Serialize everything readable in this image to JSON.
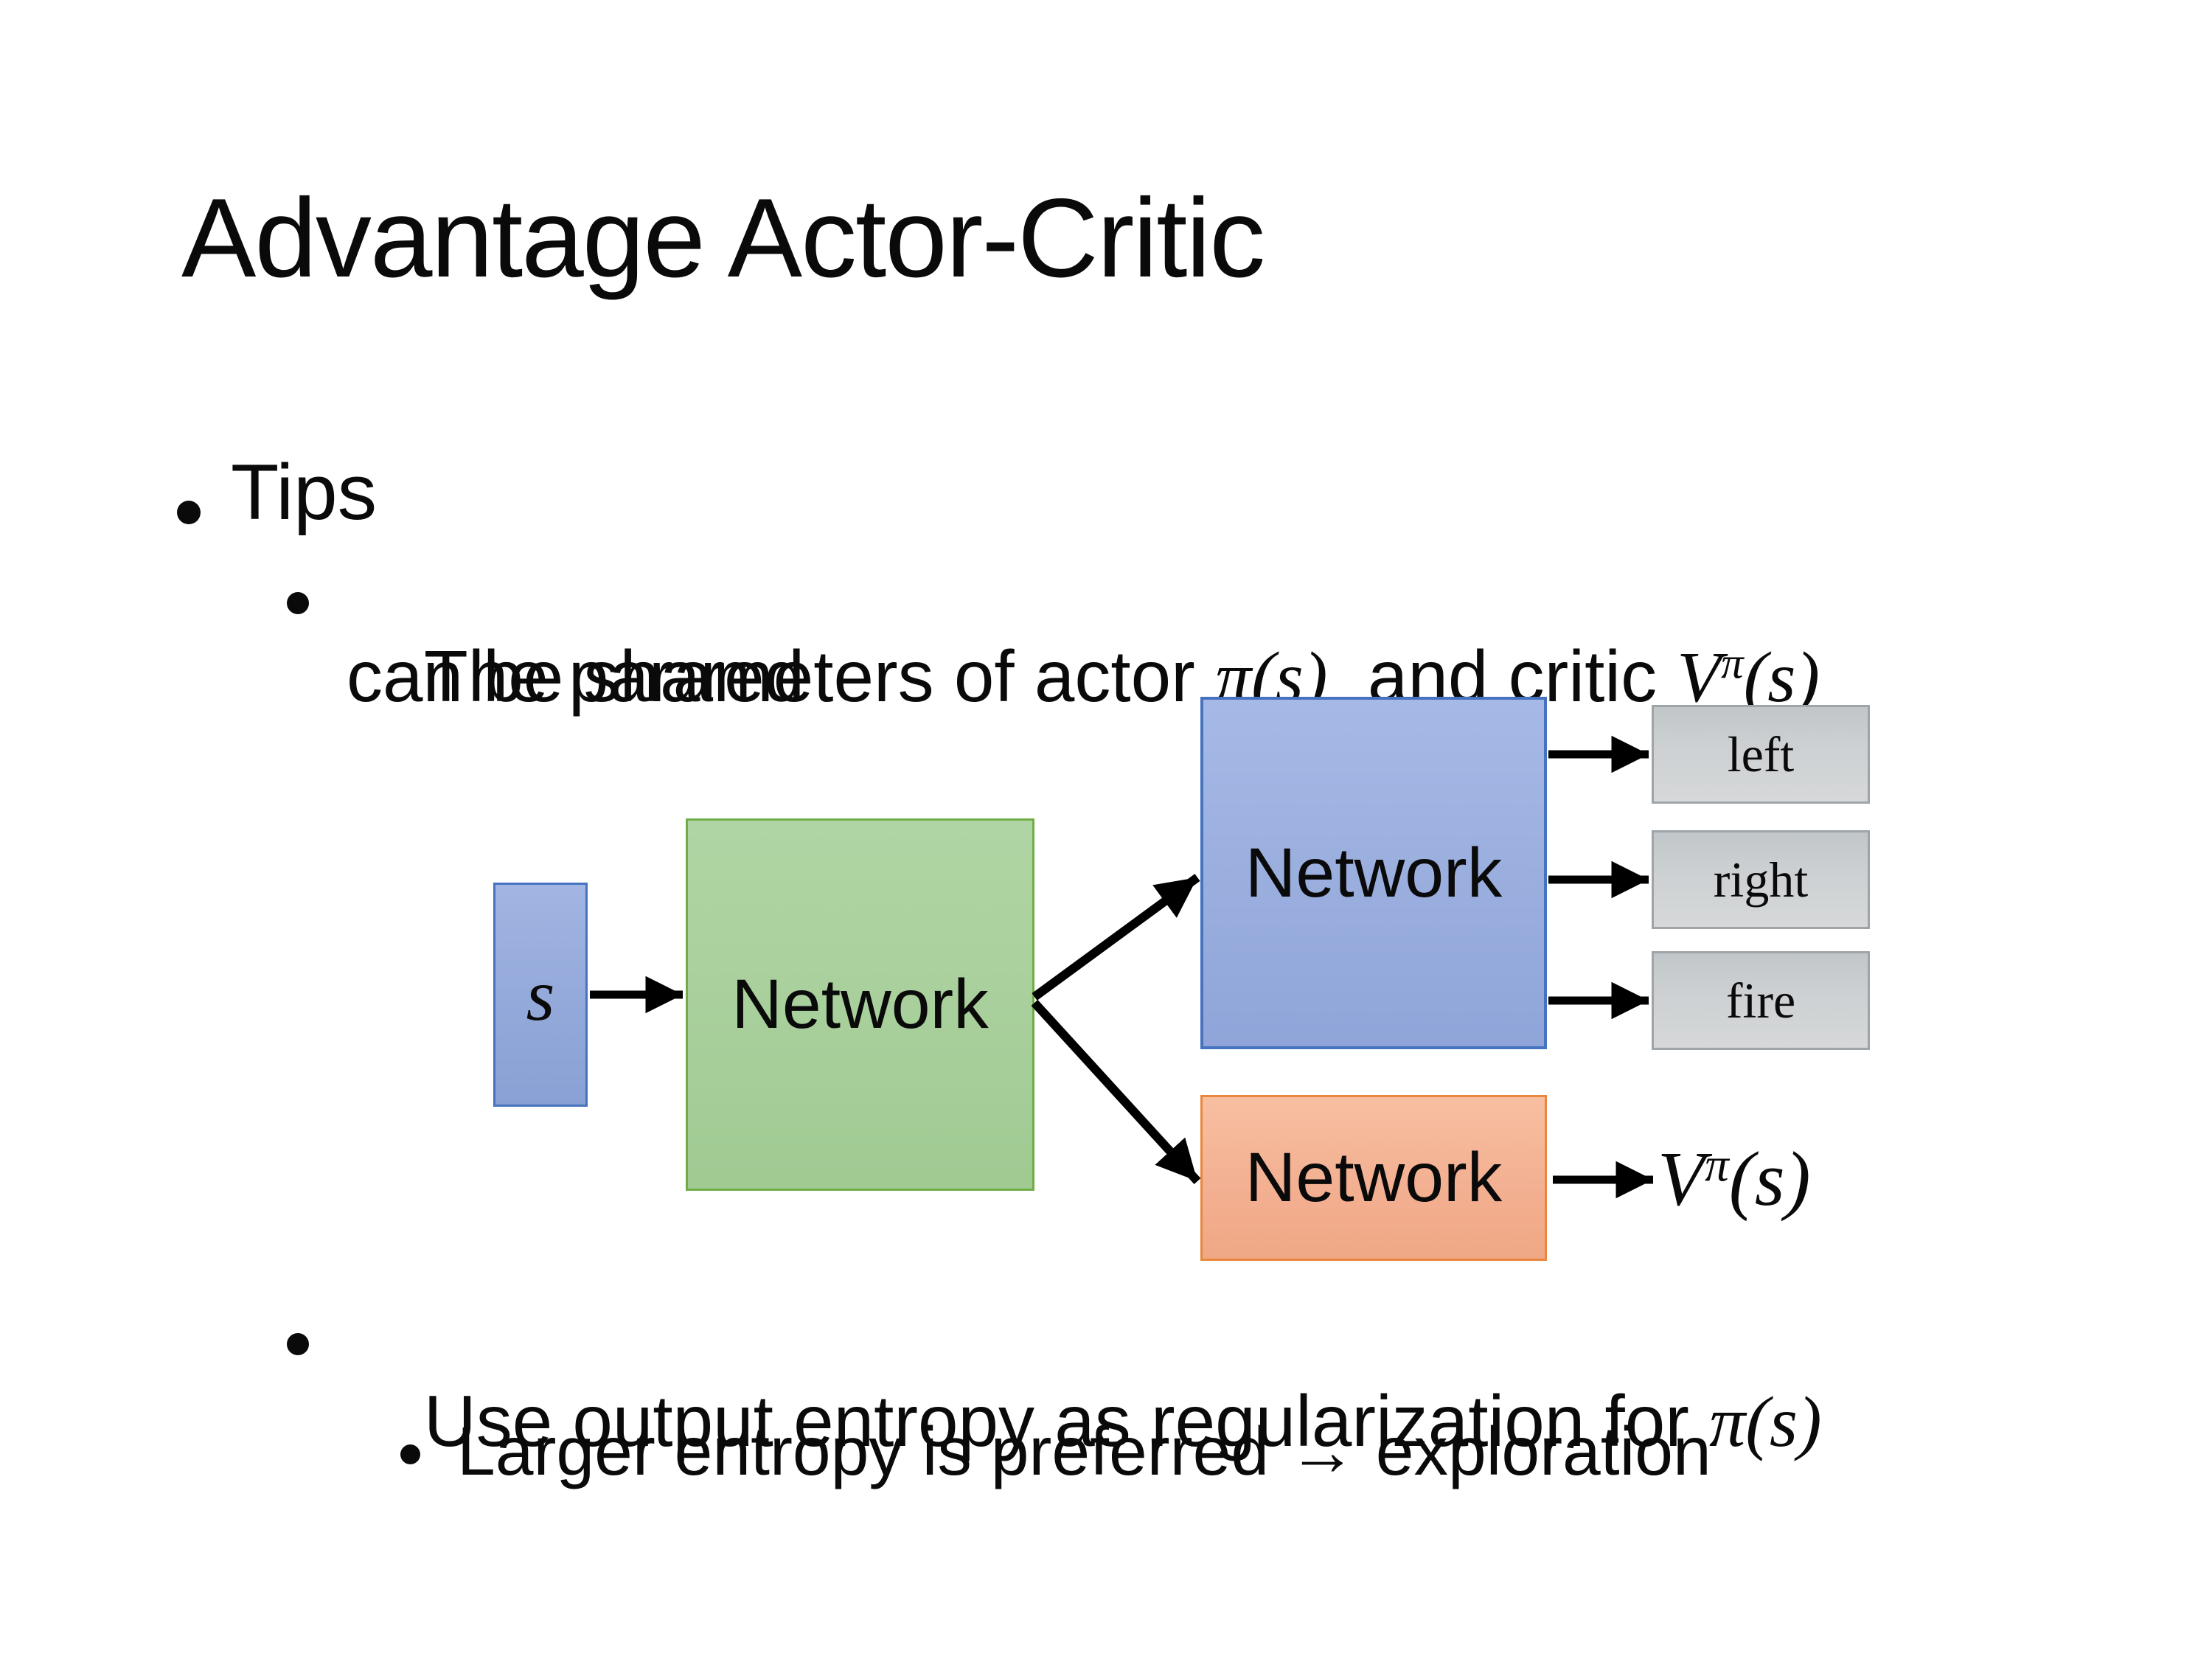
{
  "slide": {
    "title": "Advantage Actor-Critic",
    "bullets": {
      "level1": "Tips",
      "item1_pre": "The parameters of actor ",
      "item1_math1": "π(s)",
      "item1_mid": "  and critic ",
      "item1_math2_base": "V",
      "item1_math2_sup": "π",
      "item1_math2_args": "(s)",
      "item1_line2": "can be shared",
      "item2_pre": "Use output entropy as regularization for ",
      "item2_math": "π(s)",
      "item3": "Larger entropy is preferred → exploration"
    },
    "diagram": {
      "state_label": "s",
      "shared_network_label": "Network",
      "actor_network_label": "Network",
      "critic_network_label": "Network",
      "action_left": "left",
      "action_right": "right",
      "action_fire": "fire",
      "value_base": "V",
      "value_sup": "π",
      "value_args": "(s)"
    },
    "colors": {
      "state_box_fill": "#93a9da",
      "state_box_border": "#4673c0",
      "shared_box_fill": "#a9d09c",
      "shared_box_border": "#70ad47",
      "actor_box_fill": "#9bafdf",
      "actor_box_border": "#4673c0",
      "critic_box_fill": "#f3b092",
      "critic_box_border": "#e9873e",
      "action_box_fill": "#cdd1d3",
      "action_box_border": "#9ea4a8",
      "arrow": "#000000",
      "text": "#0a0a0a"
    }
  }
}
